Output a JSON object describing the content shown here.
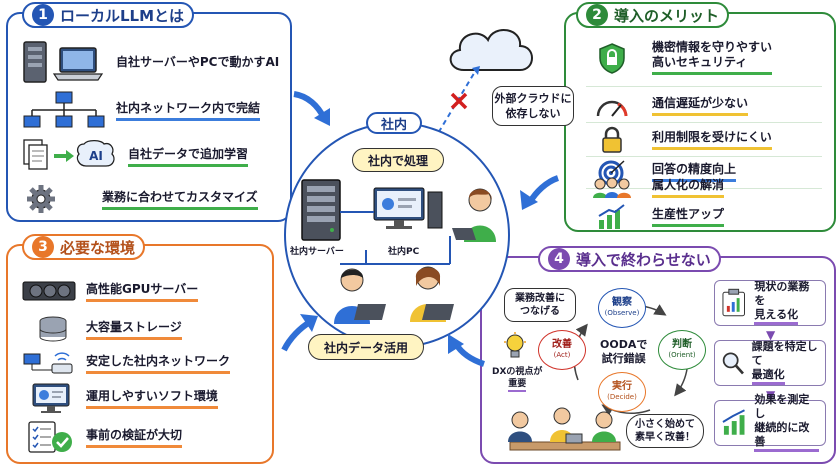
{
  "section1": {
    "number": "1",
    "title": "ローカルLLMとは",
    "items": [
      {
        "label": "自社サーバーやPCで動かすAI",
        "icon": "server-laptop-icon"
      },
      {
        "label": "社内ネットワーク内で完結",
        "icon": "network-icon"
      },
      {
        "label": "自社データで追加学習",
        "icon": "documents-to-ai-icon"
      },
      {
        "label": "業務に合わせてカスタマイズ",
        "icon": "gear-icon"
      }
    ],
    "ai_badge": "AI"
  },
  "section2": {
    "number": "2",
    "title": "導入のメリット",
    "items": [
      {
        "label_line1": "機密情報を守りやすい",
        "label_line2": "高いセキュリティ",
        "icon": "shield-lock-icon"
      },
      {
        "label_line1": "通信遅延が少ない",
        "label_line2": "",
        "icon": "speedometer-icon"
      },
      {
        "label_line1": "利用制限を受けにくい",
        "label_line2": "",
        "icon": "padlock-icon"
      },
      {
        "label_line1": "回答の精度向上",
        "label_line2": "",
        "icon": "target-icon"
      },
      {
        "label_line1": "属人化の解消",
        "label_line2": "",
        "icon": "team-icon"
      },
      {
        "label_line1": "生産性アップ",
        "label_line2": "",
        "icon": "growth-chart-icon"
      }
    ]
  },
  "section3": {
    "number": "3",
    "title": "必要な環境",
    "items": [
      {
        "label": "高性能GPUサーバー",
        "icon": "gpu-icon"
      },
      {
        "label": "大容量ストレージ",
        "icon": "storage-icon"
      },
      {
        "label": "安定した社内ネットワーク",
        "icon": "router-icon"
      },
      {
        "label": "運用しやすいソフト環境",
        "icon": "monitor-icon"
      },
      {
        "label": "事前の検証が大切",
        "icon": "checklist-icon"
      }
    ]
  },
  "section4": {
    "number": "4",
    "title": "導入で終わらせない",
    "bubble_improve_line1": "業務改善に",
    "bubble_improve_line2": "つなげる",
    "dx_line1": "DXの視点が",
    "dx_line2": "重要",
    "cycle_center_line1": "OODAで",
    "cycle_center_line2": "試行錯誤",
    "cycle": [
      {
        "label": "観察",
        "sub": "(Observe)"
      },
      {
        "label": "判断",
        "sub": "(Orient)"
      },
      {
        "label": "実行",
        "sub": "(Decide)"
      },
      {
        "label": "改善",
        "sub": "(Act)"
      }
    ],
    "bubble_small_line1": "小さく始めて",
    "bubble_small_line2": "素早く改善！",
    "steps": [
      {
        "line1": "現状の業務を",
        "line2": "見える化"
      },
      {
        "line1": "課題を特定して",
        "line2": "最適化"
      },
      {
        "line1": "効果を測定し",
        "line2": "継続的に改善"
      }
    ]
  },
  "center": {
    "title": "社内",
    "process_bubble": "社内で処理",
    "server_label": "社内サーバー",
    "pc_label": "社内PC",
    "data_pill": "社内データ活用"
  },
  "cloud": {
    "bubble_line1": "外部クラウドに",
    "bubble_line2": "依存しない"
  },
  "colors": {
    "blue": "#2456b4",
    "green": "#2e8b3a",
    "orange": "#e8772a",
    "purple": "#7b4bb0",
    "arrow": "#2f6fd6",
    "cross": "#d21f1f"
  }
}
